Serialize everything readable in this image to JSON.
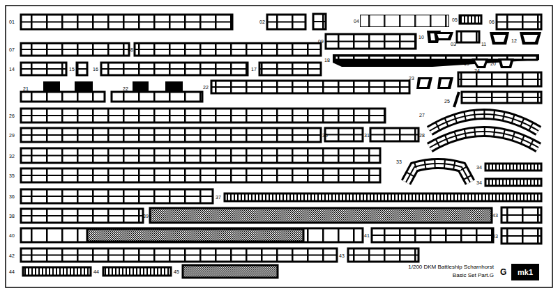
{
  "diagram": {
    "labels": [
      "01",
      "02",
      "04",
      "05",
      "06",
      "07",
      "08",
      "09",
      "10",
      "03",
      "11",
      "12",
      "14",
      "15",
      "16",
      "17",
      "18",
      "19",
      "20",
      "21",
      "22",
      "22",
      "23",
      "24",
      "25",
      "26",
      "27",
      "29",
      "30",
      "31",
      "28",
      "32",
      "33",
      "34",
      "35",
      "34",
      "36",
      "37",
      "38",
      "39",
      "43",
      "40",
      "41",
      "43",
      "42",
      "43",
      "44",
      "44",
      "45",
      "1/200 DKM Battleship Scharnhorst",
      "Basic Set Part.G",
      "G",
      "mk1"
    ]
  }
}
